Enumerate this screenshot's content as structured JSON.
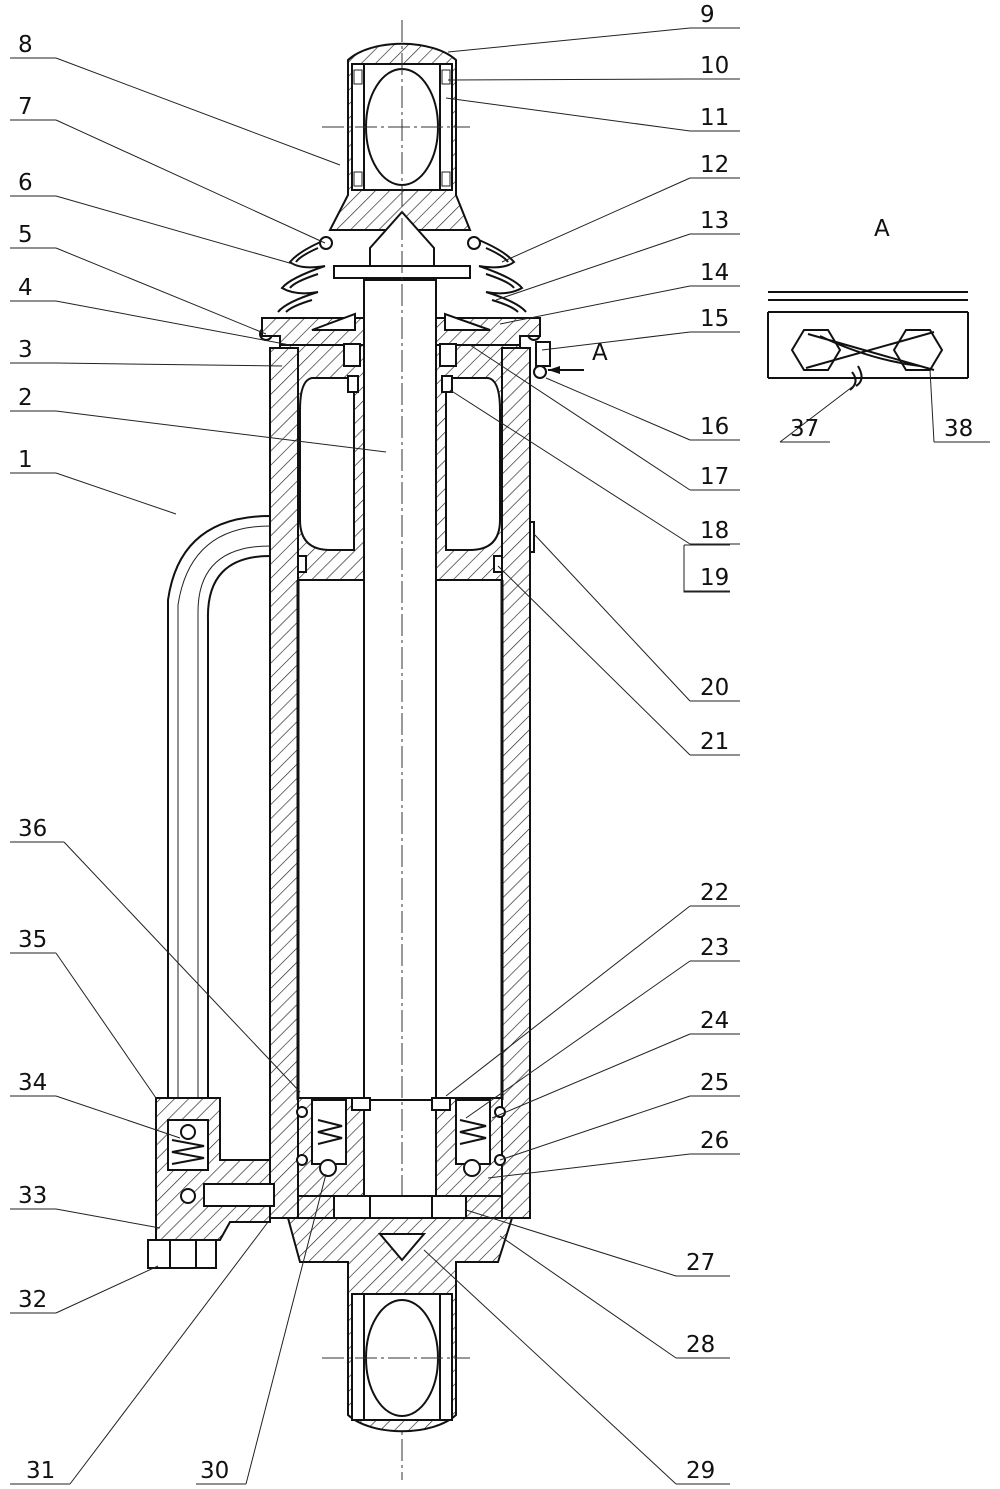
{
  "view_label": "A",
  "section_marker": "A",
  "callouts": [
    {
      "id": "1",
      "label": "1"
    },
    {
      "id": "2",
      "label": "2"
    },
    {
      "id": "3",
      "label": "3"
    },
    {
      "id": "4",
      "label": "4"
    },
    {
      "id": "5",
      "label": "5"
    },
    {
      "id": "6",
      "label": "6"
    },
    {
      "id": "7",
      "label": "7"
    },
    {
      "id": "8",
      "label": "8"
    },
    {
      "id": "9",
      "label": "9"
    },
    {
      "id": "10",
      "label": "10"
    },
    {
      "id": "11",
      "label": "11"
    },
    {
      "id": "12",
      "label": "12"
    },
    {
      "id": "13",
      "label": "13"
    },
    {
      "id": "14",
      "label": "14"
    },
    {
      "id": "15",
      "label": "15"
    },
    {
      "id": "16",
      "label": "16"
    },
    {
      "id": "17",
      "label": "17"
    },
    {
      "id": "18",
      "label": "18"
    },
    {
      "id": "19",
      "label": "19"
    },
    {
      "id": "20",
      "label": "20"
    },
    {
      "id": "21",
      "label": "21"
    },
    {
      "id": "22",
      "label": "22"
    },
    {
      "id": "23",
      "label": "23"
    },
    {
      "id": "24",
      "label": "24"
    },
    {
      "id": "25",
      "label": "25"
    },
    {
      "id": "26",
      "label": "26"
    },
    {
      "id": "27",
      "label": "27"
    },
    {
      "id": "28",
      "label": "28"
    },
    {
      "id": "29",
      "label": "29"
    },
    {
      "id": "30",
      "label": "30"
    },
    {
      "id": "31",
      "label": "31"
    },
    {
      "id": "32",
      "label": "32"
    },
    {
      "id": "33",
      "label": "33"
    },
    {
      "id": "34",
      "label": "34"
    },
    {
      "id": "35",
      "label": "35"
    },
    {
      "id": "36",
      "label": "36"
    },
    {
      "id": "37",
      "label": "37"
    },
    {
      "id": "38",
      "label": "38"
    }
  ]
}
